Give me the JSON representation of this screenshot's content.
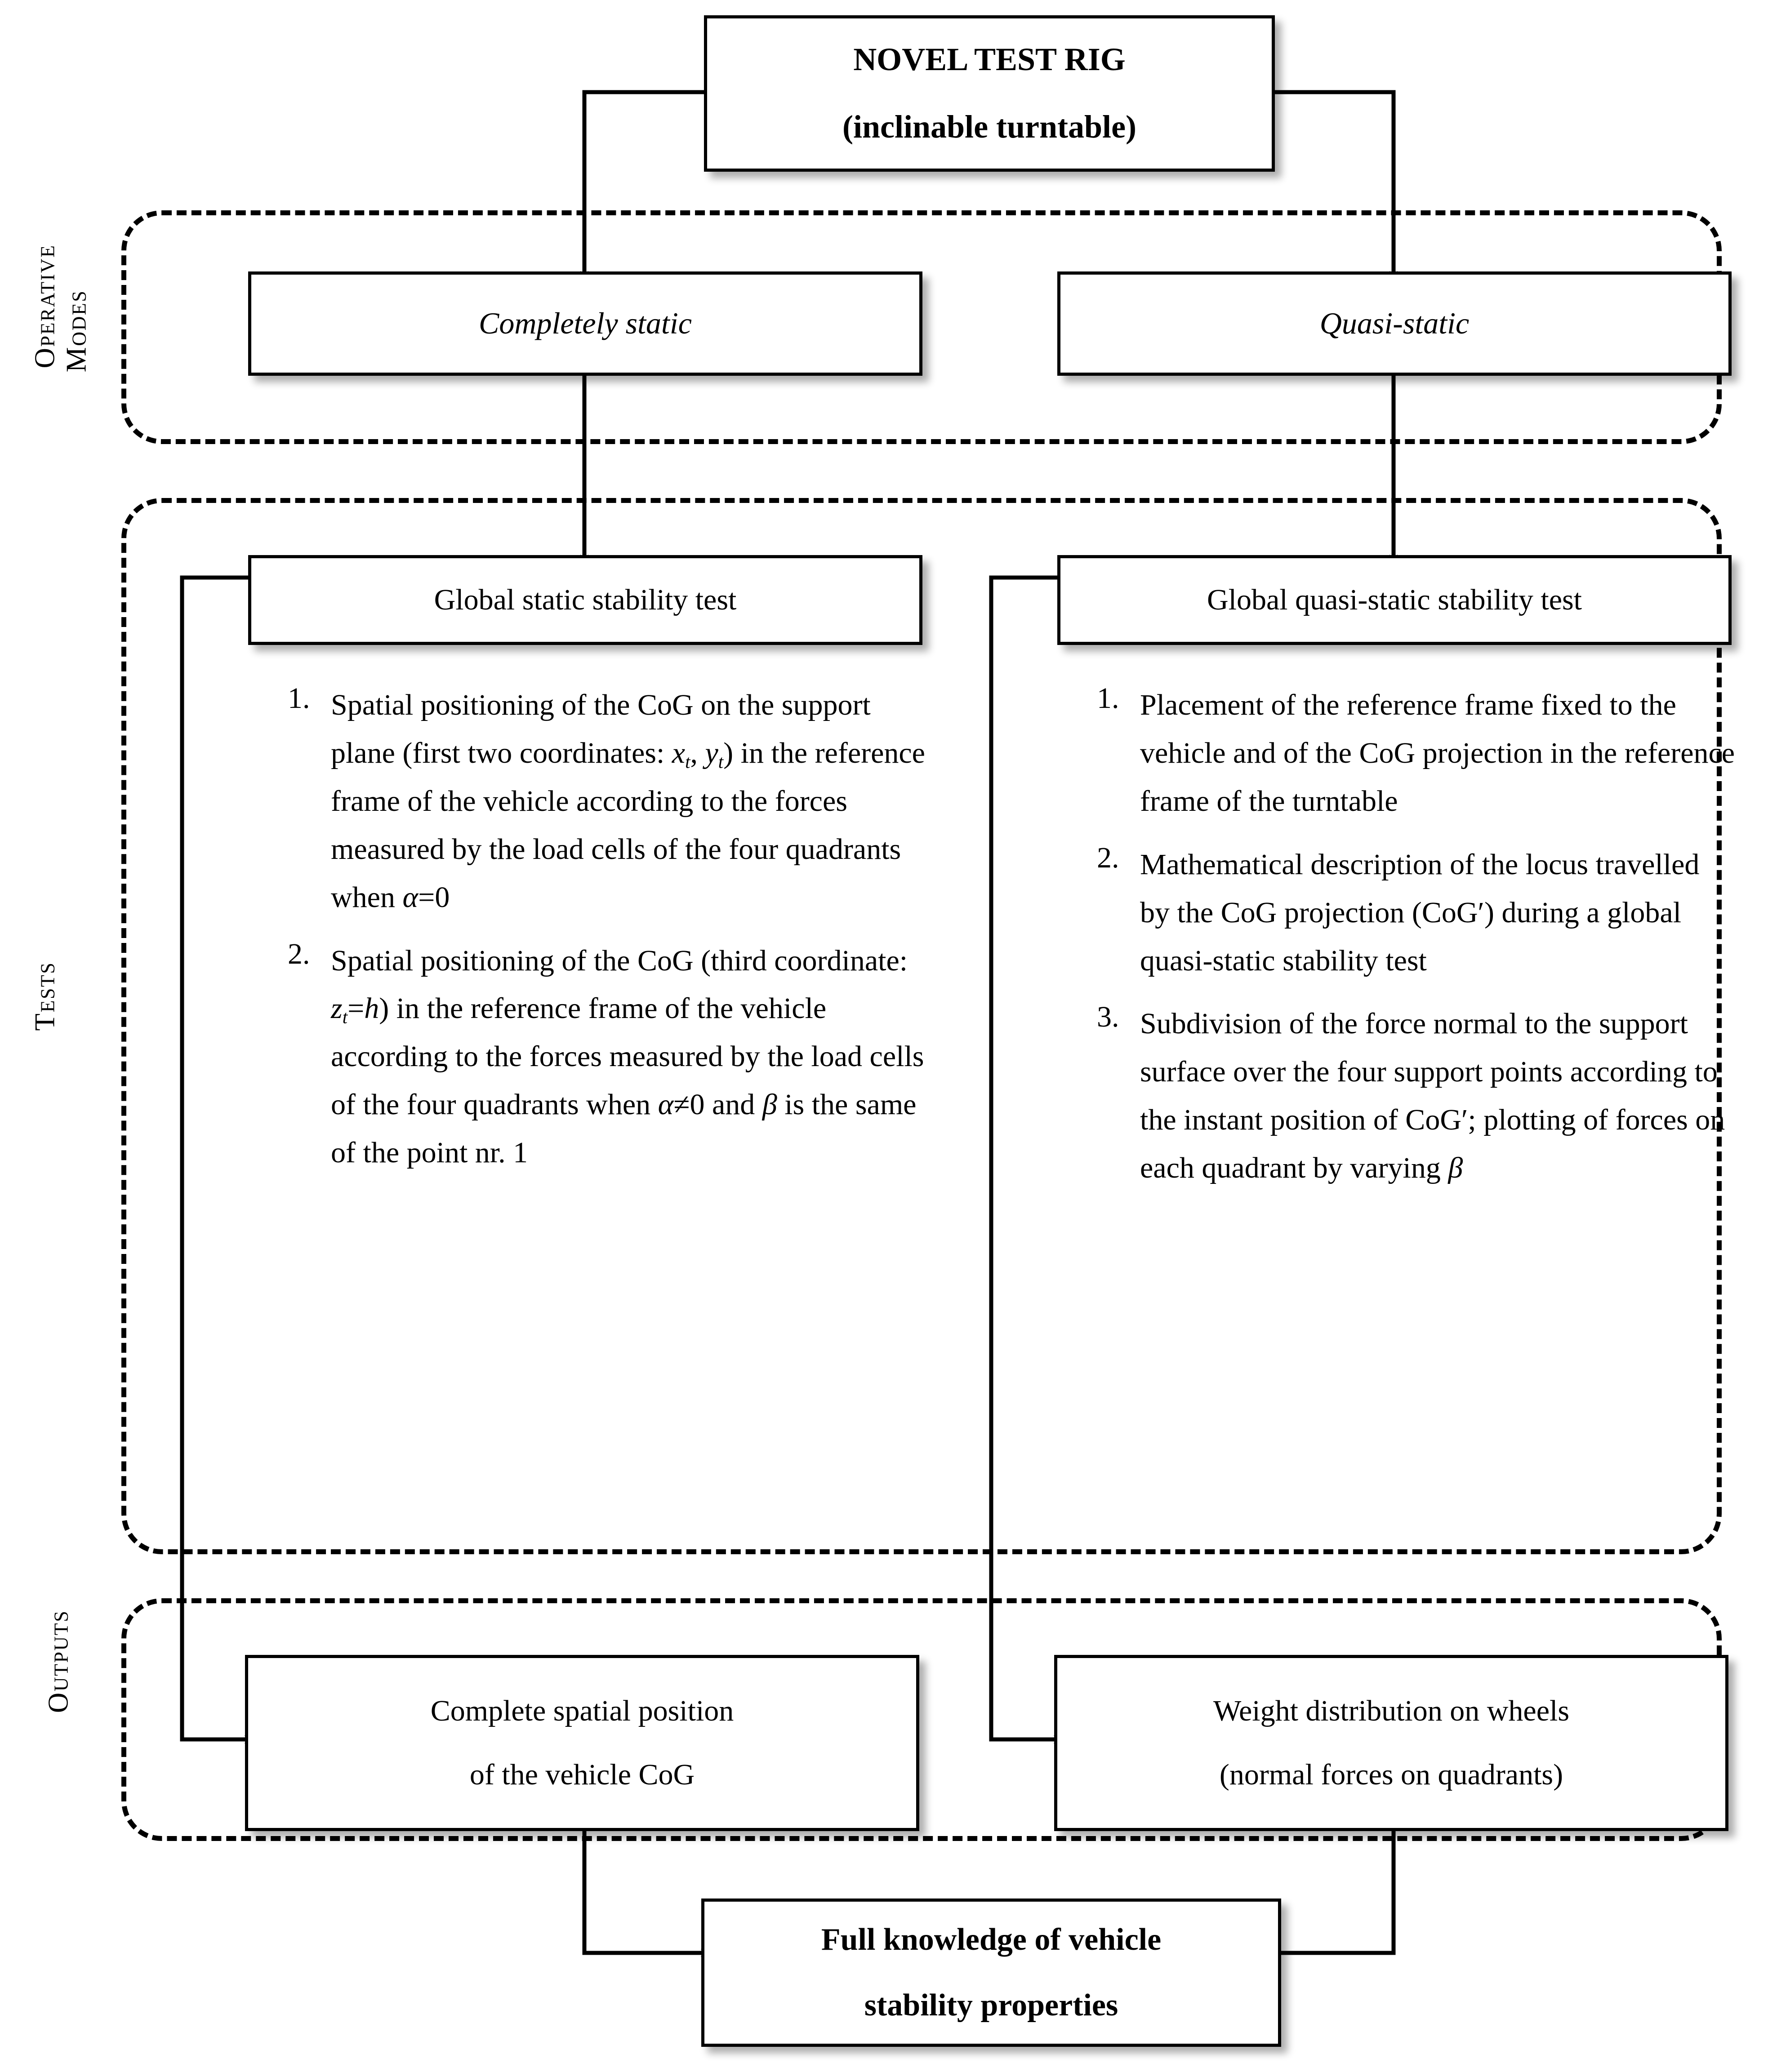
{
  "title_box": {
    "line1": "NOVEL TEST RIG",
    "line2": "(inclinable turntable)"
  },
  "side_labels": {
    "operative_modes_l1": "Operative",
    "operative_modes_l2": "Modes",
    "tests": "Tests",
    "outputs": "Outputs"
  },
  "modes": {
    "left": "Completely static",
    "right": "Quasi-static"
  },
  "tests": {
    "left_header": "Global static stability test",
    "right_header": "Global quasi-static stability test",
    "left_items": [
      {
        "num": "1.",
        "html": "Spatial positioning of the CoG on the support plane (first two coordinates: <span class=\"mi\">x<sub>t</sub></span>, <span class=\"mi\">y<sub>t</sub></span>) in the reference frame of the vehicle according to the forces measured by the load cells of the four quadrants when <span class=\"mi\">&alpha;</span>=0"
      },
      {
        "num": "2.",
        "html": "Spatial positioning of the CoG (third coordinate: <span class=\"mi\">z<sub>t</sub></span>=<span class=\"mi\">h</span>) in the reference frame of the vehicle according to the forces measured by the load cells of the four quadrants when <span class=\"mi\">&alpha;</span>&ne;0 and <span class=\"mi\">&beta;</span> is the same of the point nr. 1"
      }
    ],
    "right_items": [
      {
        "num": "1.",
        "html": "Placement of the reference frame fixed to the vehicle and of the CoG projection in the reference frame of the turntable"
      },
      {
        "num": "2.",
        "html": "Mathematical description of the locus travelled by the CoG projection (CoG&prime;) during a global quasi-static stability test"
      },
      {
        "num": "3.",
        "html": "Subdivision of the force normal to the support surface over the four support points according to the instant position of CoG&prime;; plotting of forces on each quadrant by varying <span class=\"mi\">&beta;</span>"
      }
    ]
  },
  "outputs": {
    "left_l1": "Complete spatial position",
    "left_l2": "of the vehicle CoG",
    "right_l1": "Weight distribution on wheels",
    "right_l2": "(normal forces on quadrants)"
  },
  "final_box": {
    "line1": "Full knowledge of vehicle",
    "line2": "stability properties"
  },
  "colors": {
    "stroke": "#000000",
    "background": "#ffffff"
  }
}
